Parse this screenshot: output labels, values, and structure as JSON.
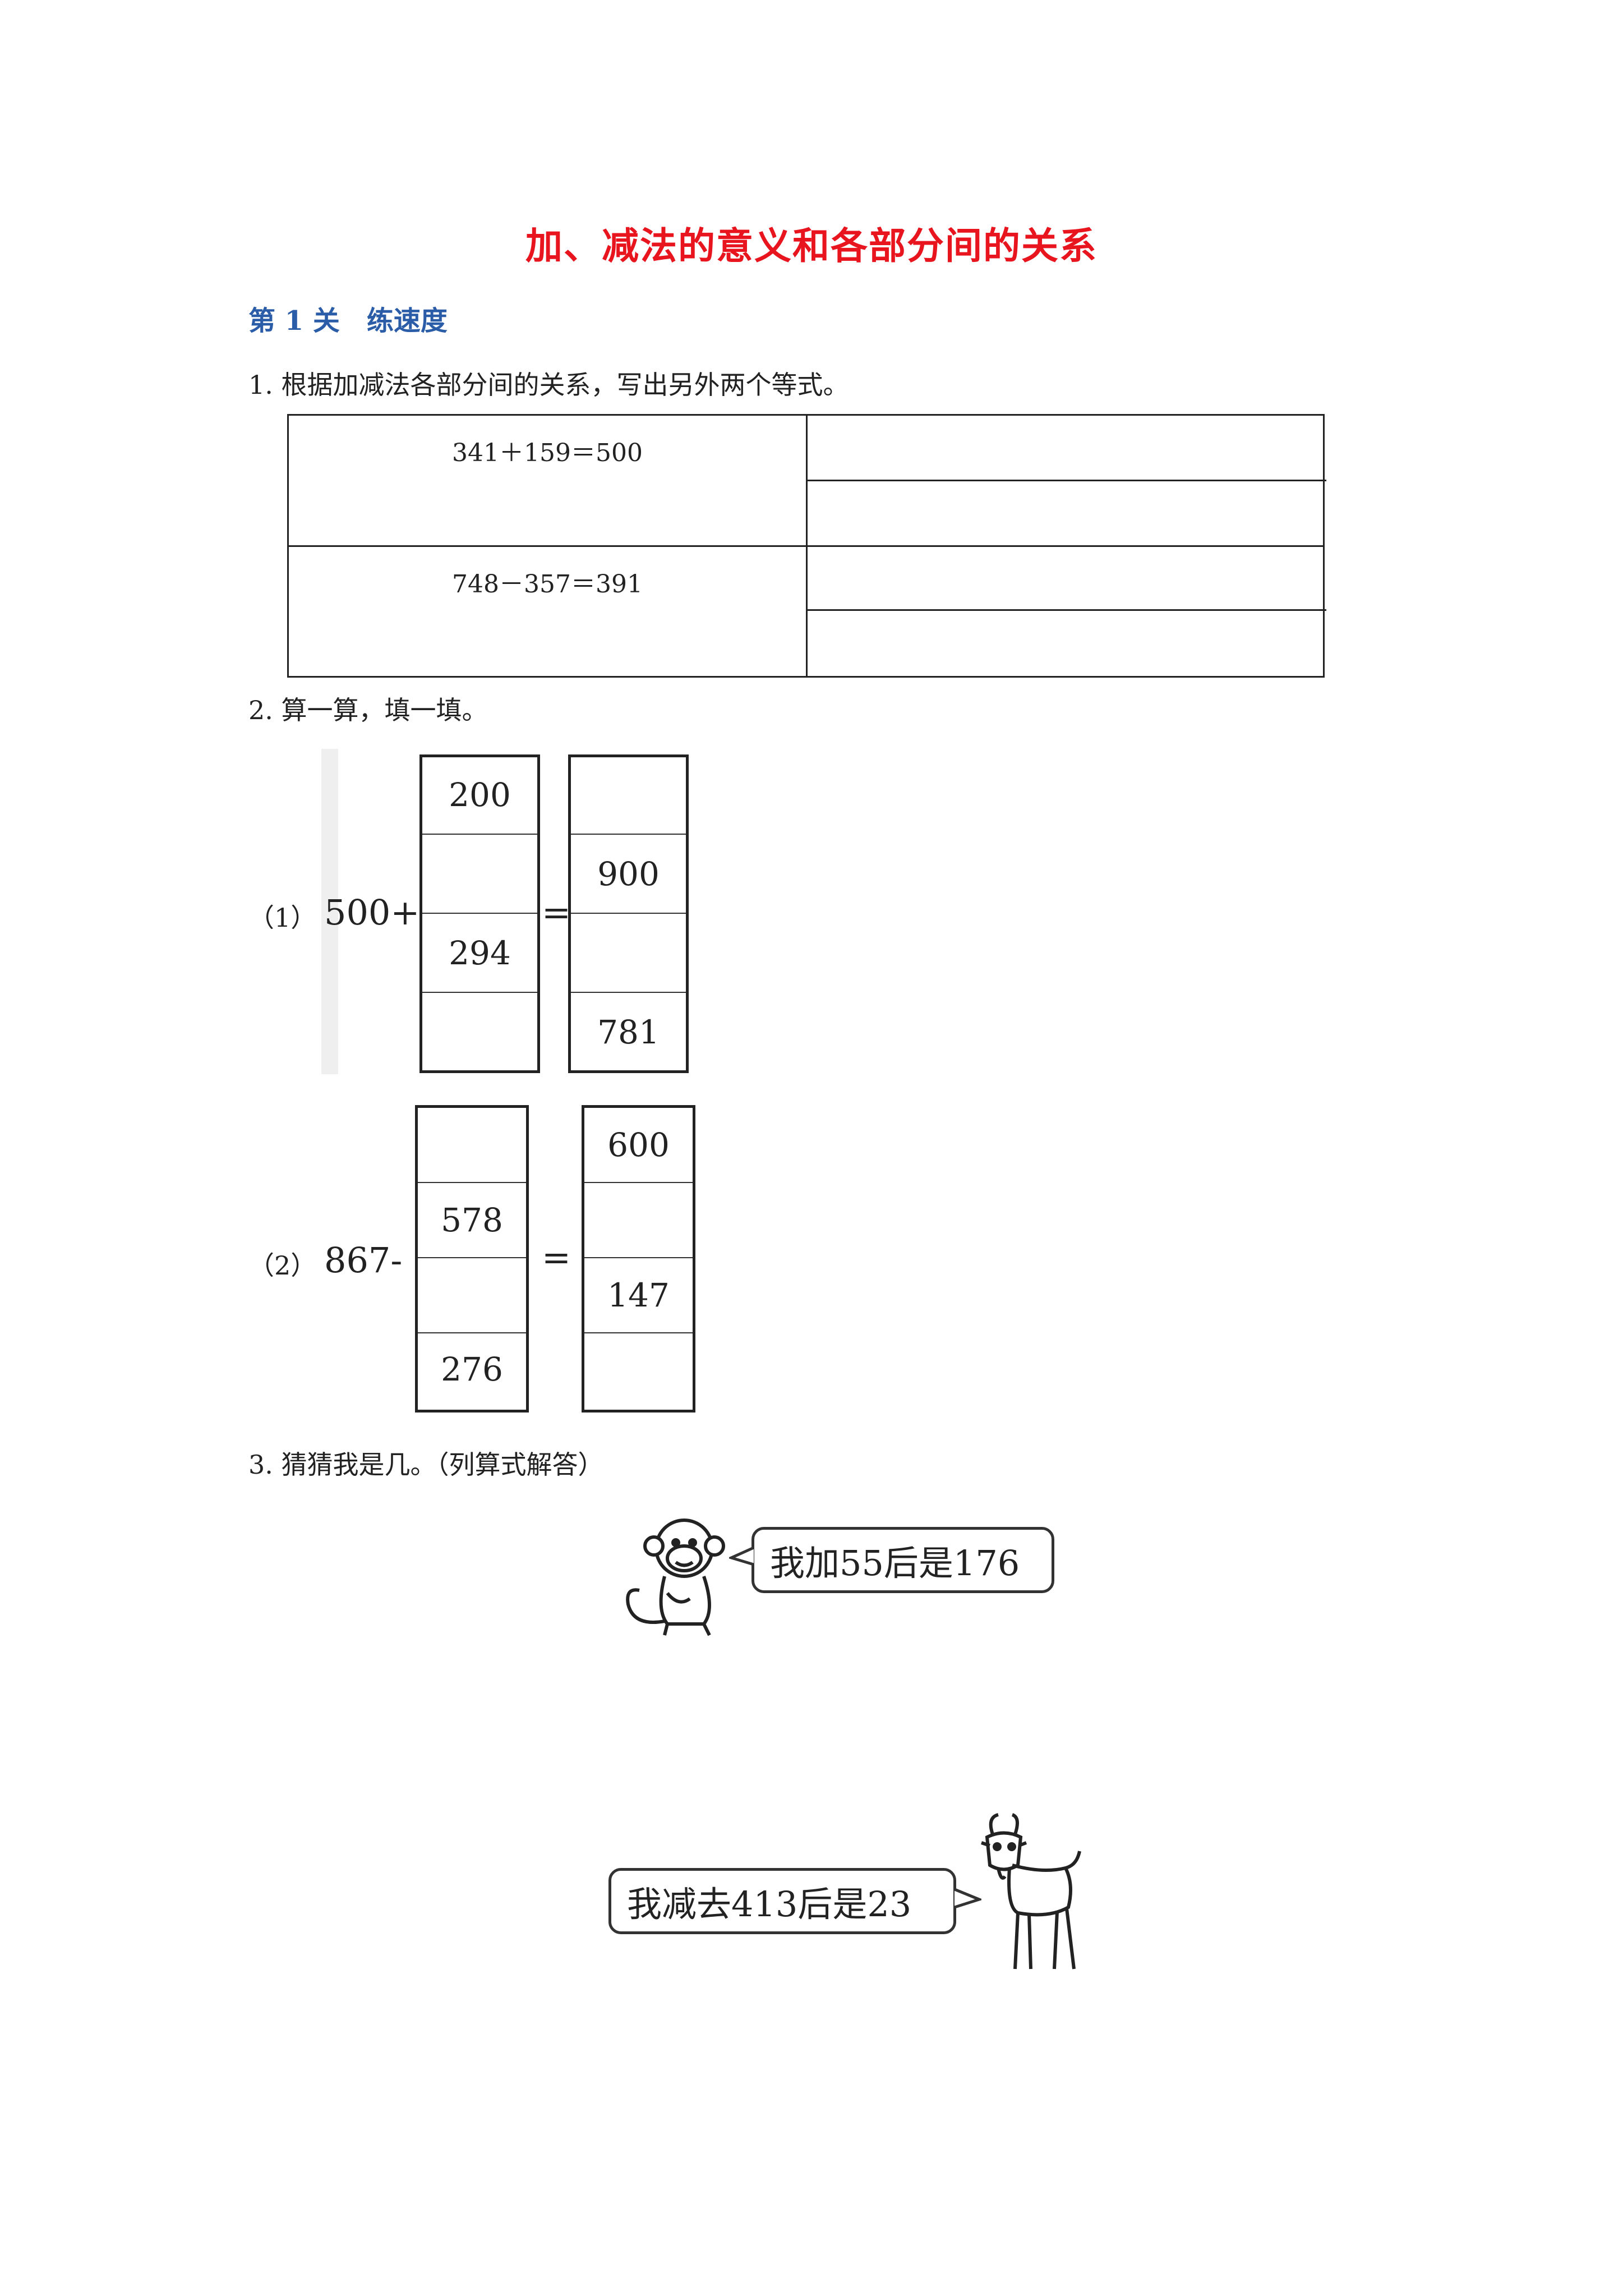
{
  "title": "加、减法的意义和各部分间的关系",
  "section": {
    "number": "第 1 关",
    "name": "练速度"
  },
  "q1": {
    "prompt": "1. 根据加减法各部分间的关系，写出另外两个等式。",
    "rows": [
      {
        "equation": "341＋159＝500"
      },
      {
        "equation": "748－357＝391"
      }
    ]
  },
  "q2": {
    "prompt": "2. 算一算，填一填。",
    "p1": {
      "label": "（1）",
      "lhs": "500+",
      "eq": "=",
      "left_cells": [
        "200",
        "",
        "294",
        ""
      ],
      "right_cells": [
        "",
        "900",
        "",
        "781"
      ]
    },
    "p2": {
      "label": "（2）",
      "lhs": "867-",
      "eq": "=",
      "left_cells": [
        "",
        "578",
        "",
        "276"
      ],
      "right_cells": [
        "600",
        "",
        "147",
        ""
      ]
    }
  },
  "q3": {
    "prompt": "3. 猜猜我是几。（列算式解答）",
    "monkey_speech": "我加55后是176",
    "goat_speech": "我减去413后是23"
  }
}
